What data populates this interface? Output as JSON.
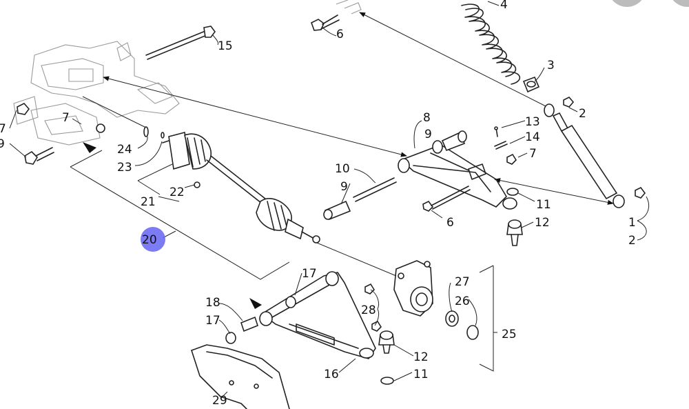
{
  "diagram": {
    "callouts": {
      "c1": "1",
      "c2a": "2",
      "c2b": "2",
      "c3": "3",
      "c4": "4",
      "c6a": "6",
      "c6b": "6",
      "c7a": "7",
      "c7b": "7",
      "c7c": "7",
      "c8": "8",
      "c9a": "9",
      "c9b": "9",
      "c9c": "9",
      "c10": "10",
      "c11a": "11",
      "c11b": "11",
      "c12a": "12",
      "c12b": "12",
      "c13": "13",
      "c14": "14",
      "c15": "15",
      "c16": "16",
      "c17a": "17",
      "c17b": "17",
      "c18": "18",
      "c20": "20",
      "c21": "21",
      "c22": "22",
      "c23": "23",
      "c24": "24",
      "c25": "25",
      "c26": "26",
      "c27": "27",
      "c28": "28",
      "c29": "29"
    },
    "highlight_color": "#6d6df2",
    "icons": [
      "arrow-marker-icon"
    ]
  }
}
